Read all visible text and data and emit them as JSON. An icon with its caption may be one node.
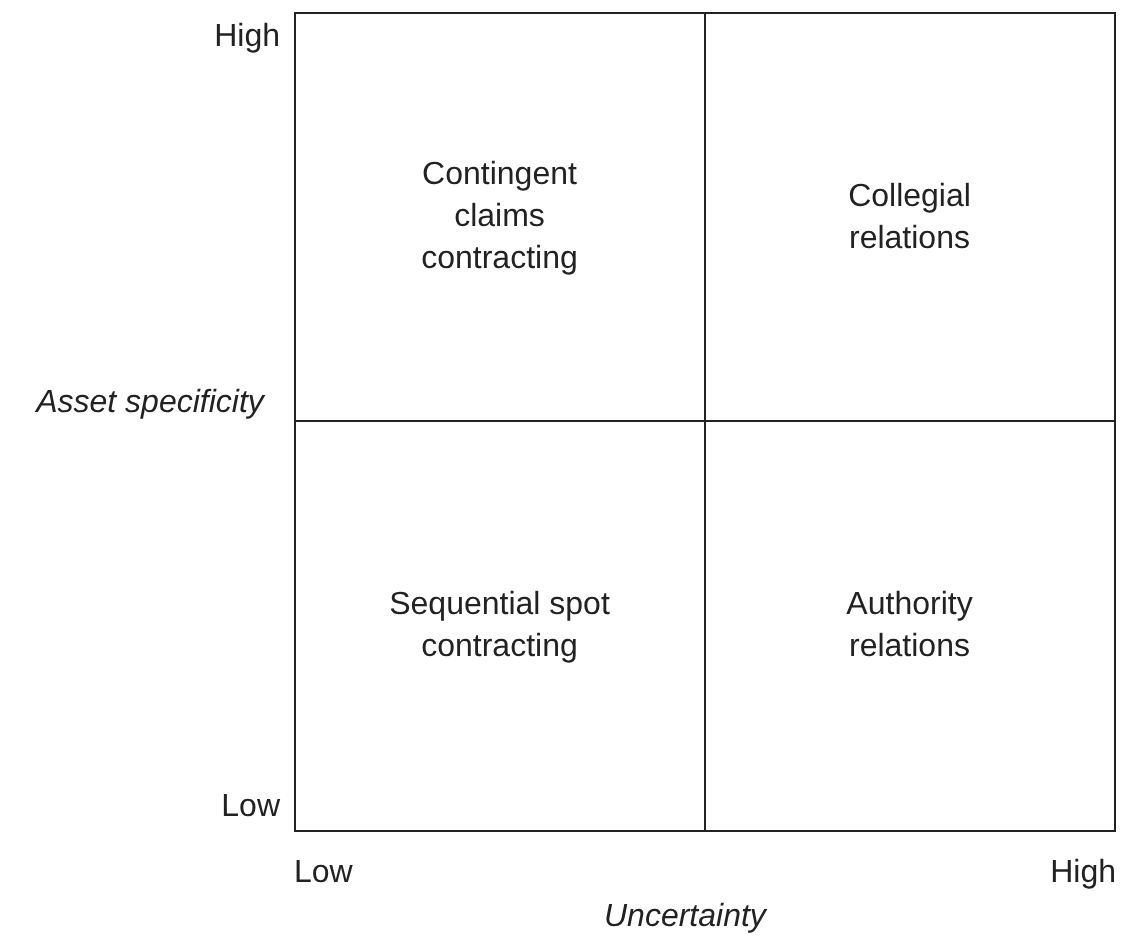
{
  "diagram": {
    "nodes": [
      {
        "text": [
          "Contingent claims contracting"
        ]
      },
      {
        "text": [
          "Collegial relations"
        ]
      },
      {
        "text": [
          "Sequential spot contracting"
        ]
      },
      {
        "text": [
          "Authority relations"
        ]
      }
    ],
    "labels": [
      "High",
      "Asset specificity",
      "Low",
      "Low",
      "High",
      "Uncertainty"
    ]
  }
}
